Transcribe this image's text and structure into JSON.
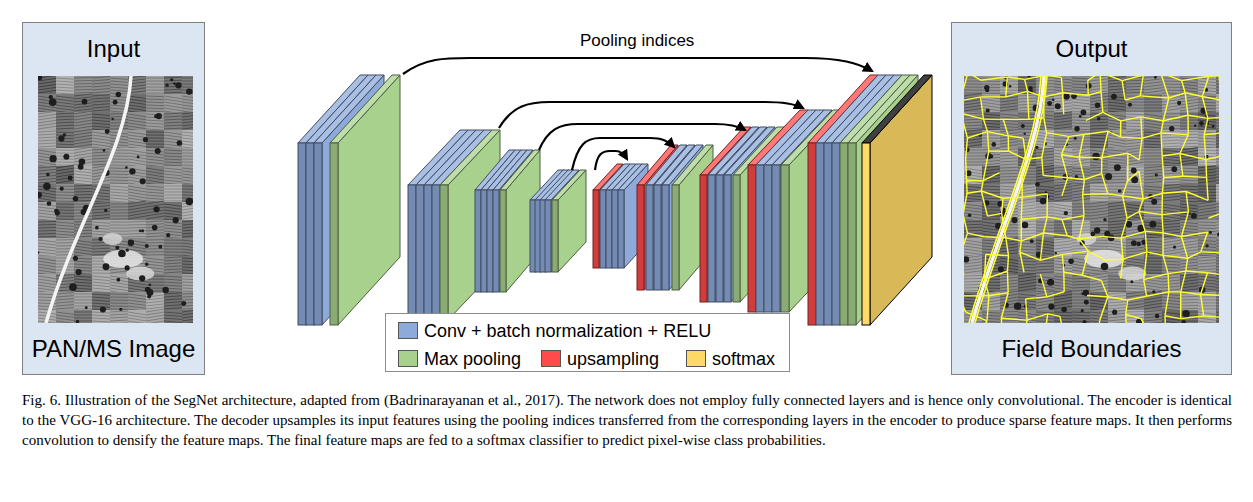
{
  "diagram": {
    "caption": "Fig. 6. Illustration of the SegNet architecture, adapted from (Badrinarayanan et al., 2017). The network does not employ fully connected layers and is hence only convolutional. The encoder is identical to the VGG-16 architecture. The decoder upsamples its input features using the pooling indices transferred from the corresponding layers in the encoder to produce sparse feature maps. It then performs convolution to densify the feature maps. The final feature maps are fed to a softmax classifier to predict pixel-wise class probabilities.",
    "nodes": [
      {
        "text": [
          "Input",
          "PAN/MS Image"
        ]
      },
      {
        "text": [
          "Output",
          "Field Boundaries"
        ]
      }
    ],
    "labels": [
      "Pooling indices"
    ],
    "legend": [
      {
        "text": "Conv + batch normalization + RELU",
        "color": "#8eaadb"
      },
      {
        "text": "Max pooling",
        "color": "#a9d18e"
      },
      {
        "text": "upsampling",
        "color": "#ff4b4b"
      },
      {
        "text": "softmax",
        "color": "#ffd966"
      }
    ]
  }
}
